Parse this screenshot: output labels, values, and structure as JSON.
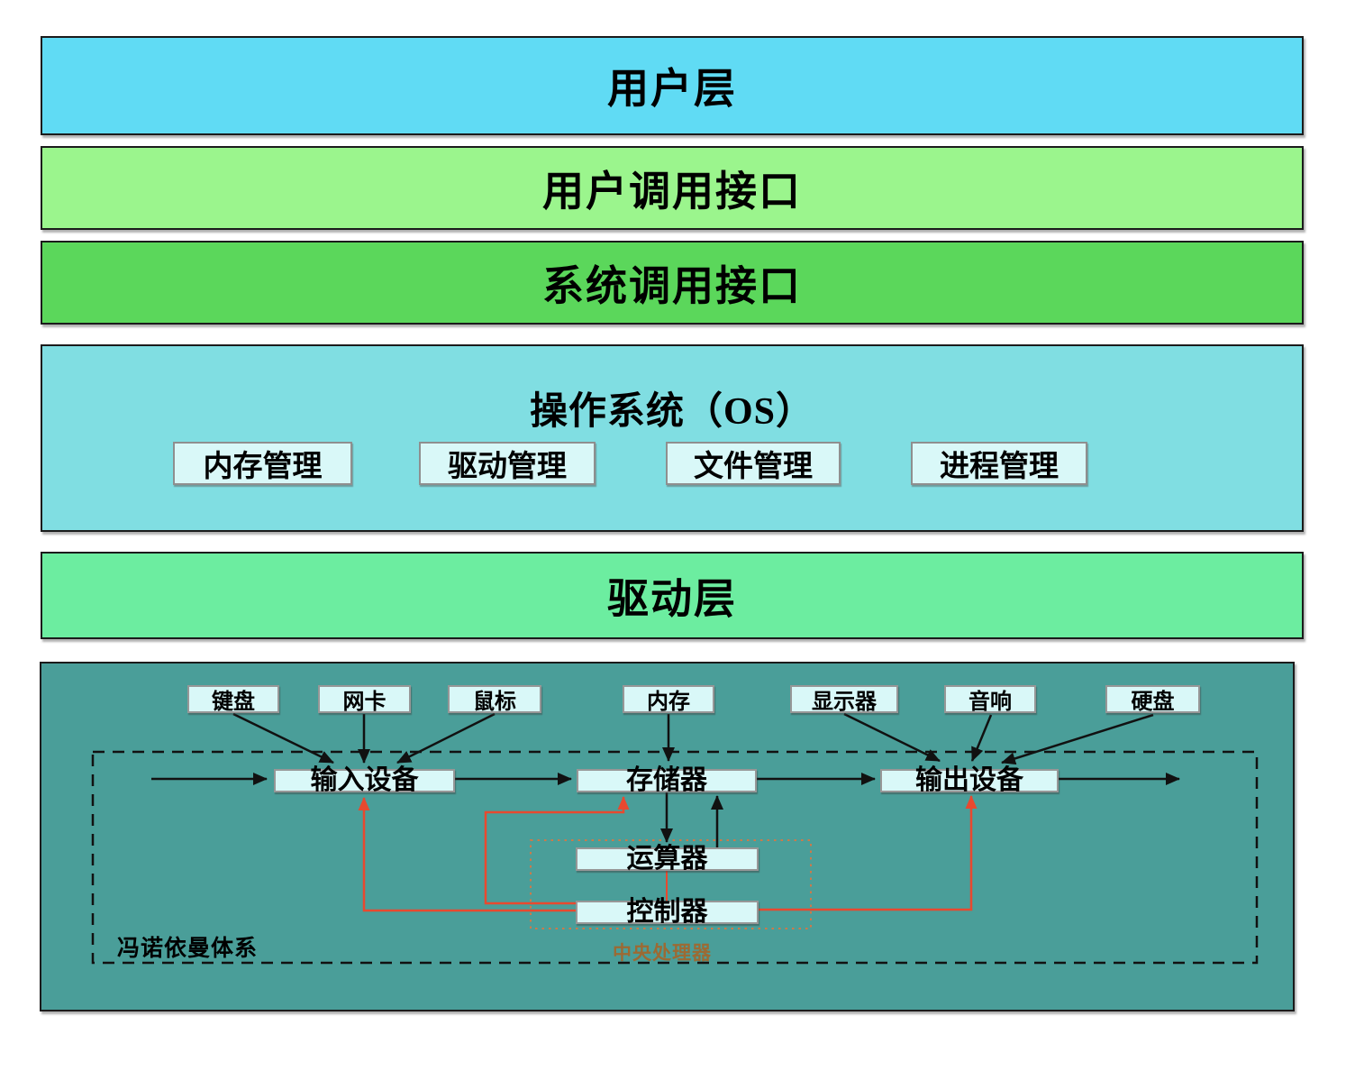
{
  "colors": {
    "user_layer_bg": "#60dbf4",
    "user_api_bg": "#9bf58d",
    "sys_api_bg": "#5bd75b",
    "os_bg": "#80dee2",
    "driver_bg": "#6ceda0",
    "hardware_bg": "#4a9e99",
    "module_box_bg": "#d9f8f8",
    "black_line": "#111111",
    "red_control_line": "#e8492f",
    "cpu_outline": "#cc7a4a",
    "cpu_label_color": "#9c6a33"
  },
  "layers": {
    "user": {
      "label": "用户层"
    },
    "user_api": {
      "label": "用户调用接口"
    },
    "sys_api": {
      "label": "系统调用接口"
    },
    "os": {
      "title": "操作系统（OS）",
      "modules": [
        {
          "label": "内存管理"
        },
        {
          "label": "驱动管理"
        },
        {
          "label": "文件管理"
        },
        {
          "label": "进程管理"
        }
      ]
    },
    "driver": {
      "label": "驱动层"
    }
  },
  "hardware": {
    "devices": [
      {
        "label": "键盘"
      },
      {
        "label": "网卡"
      },
      {
        "label": "鼠标"
      },
      {
        "label": "内存"
      },
      {
        "label": "显示器"
      },
      {
        "label": "音响"
      },
      {
        "label": "硬盘"
      }
    ],
    "flow": [
      {
        "label": "输入设备"
      },
      {
        "label": "存储器"
      },
      {
        "label": "输出设备"
      }
    ],
    "cpu": {
      "alu": "运算器",
      "cu": "控制器",
      "label": "中央处理器"
    },
    "von_neumann_label": "冯诺依曼体系"
  }
}
